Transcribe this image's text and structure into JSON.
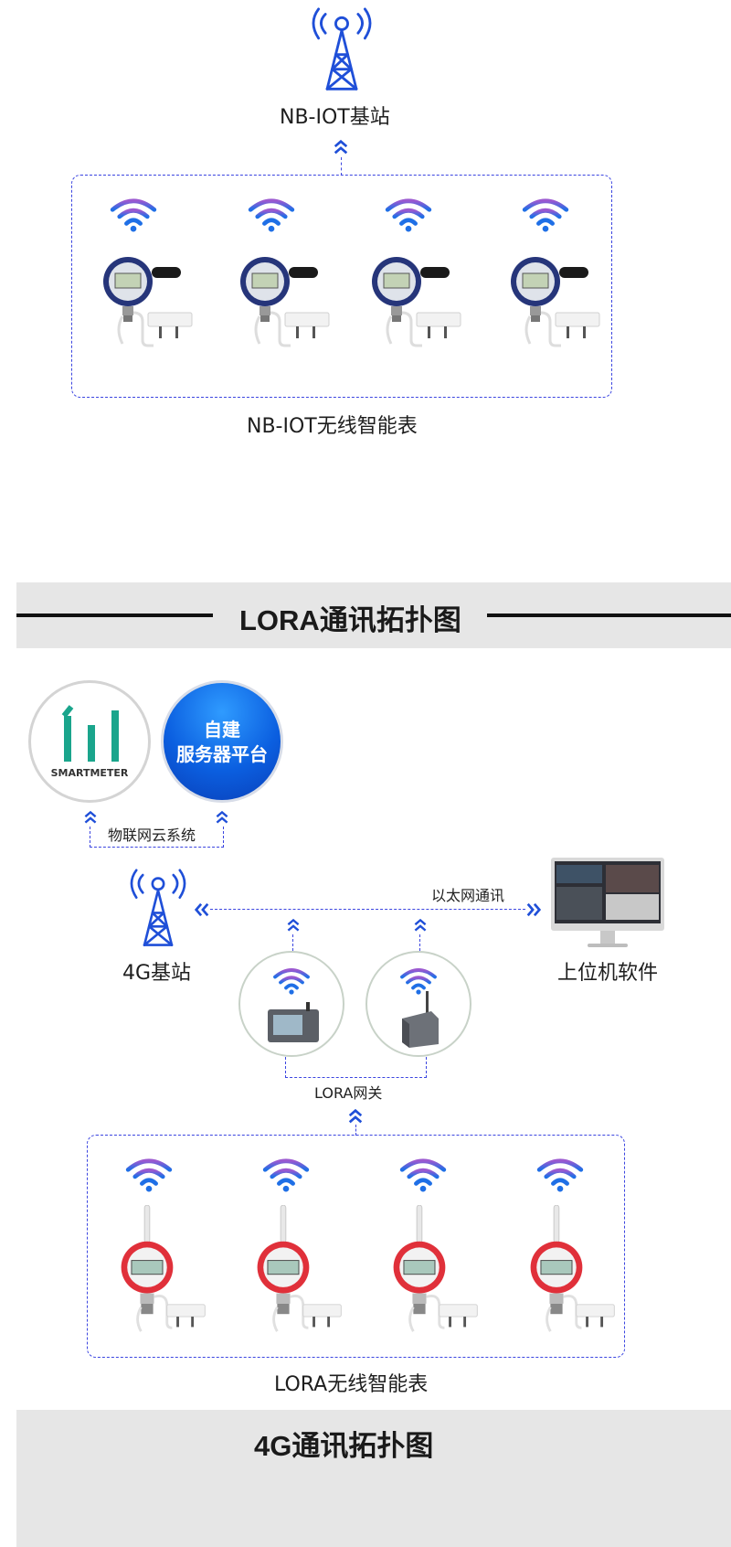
{
  "nbiot": {
    "base_station_label": "NB-IOT基站",
    "meters_label": "NB-IOT无线智能表"
  },
  "lora_section": {
    "title": "LORA通讯拓扑图",
    "smartmeter_logo_text": "SMARTMETER",
    "server_platform_line1": "自建",
    "server_platform_line2": "服务器平台",
    "cloud_label": "物联网云系统",
    "base_station_label": "4G基站",
    "ethernet_label": "以太网通讯",
    "pc_software_label": "上位机软件",
    "gateway_label": "LORA网关",
    "meters_label": "LORA无线智能表"
  },
  "next_section": {
    "title": "4G通讯拓扑图"
  },
  "colors": {
    "dash_blue": "#3b45e0",
    "signal_blue": "#1f5ce6",
    "meter_red": "#e0303a",
    "platform_blue": "#0b5fe0",
    "smartmeter_teal": "#1aa58c"
  },
  "icons": [
    "tower-icon",
    "wifi-signal-icon",
    "double-chevron-up-icon",
    "double-chevron-left-icon",
    "double-chevron-right-icon",
    "monitor-icon"
  ]
}
